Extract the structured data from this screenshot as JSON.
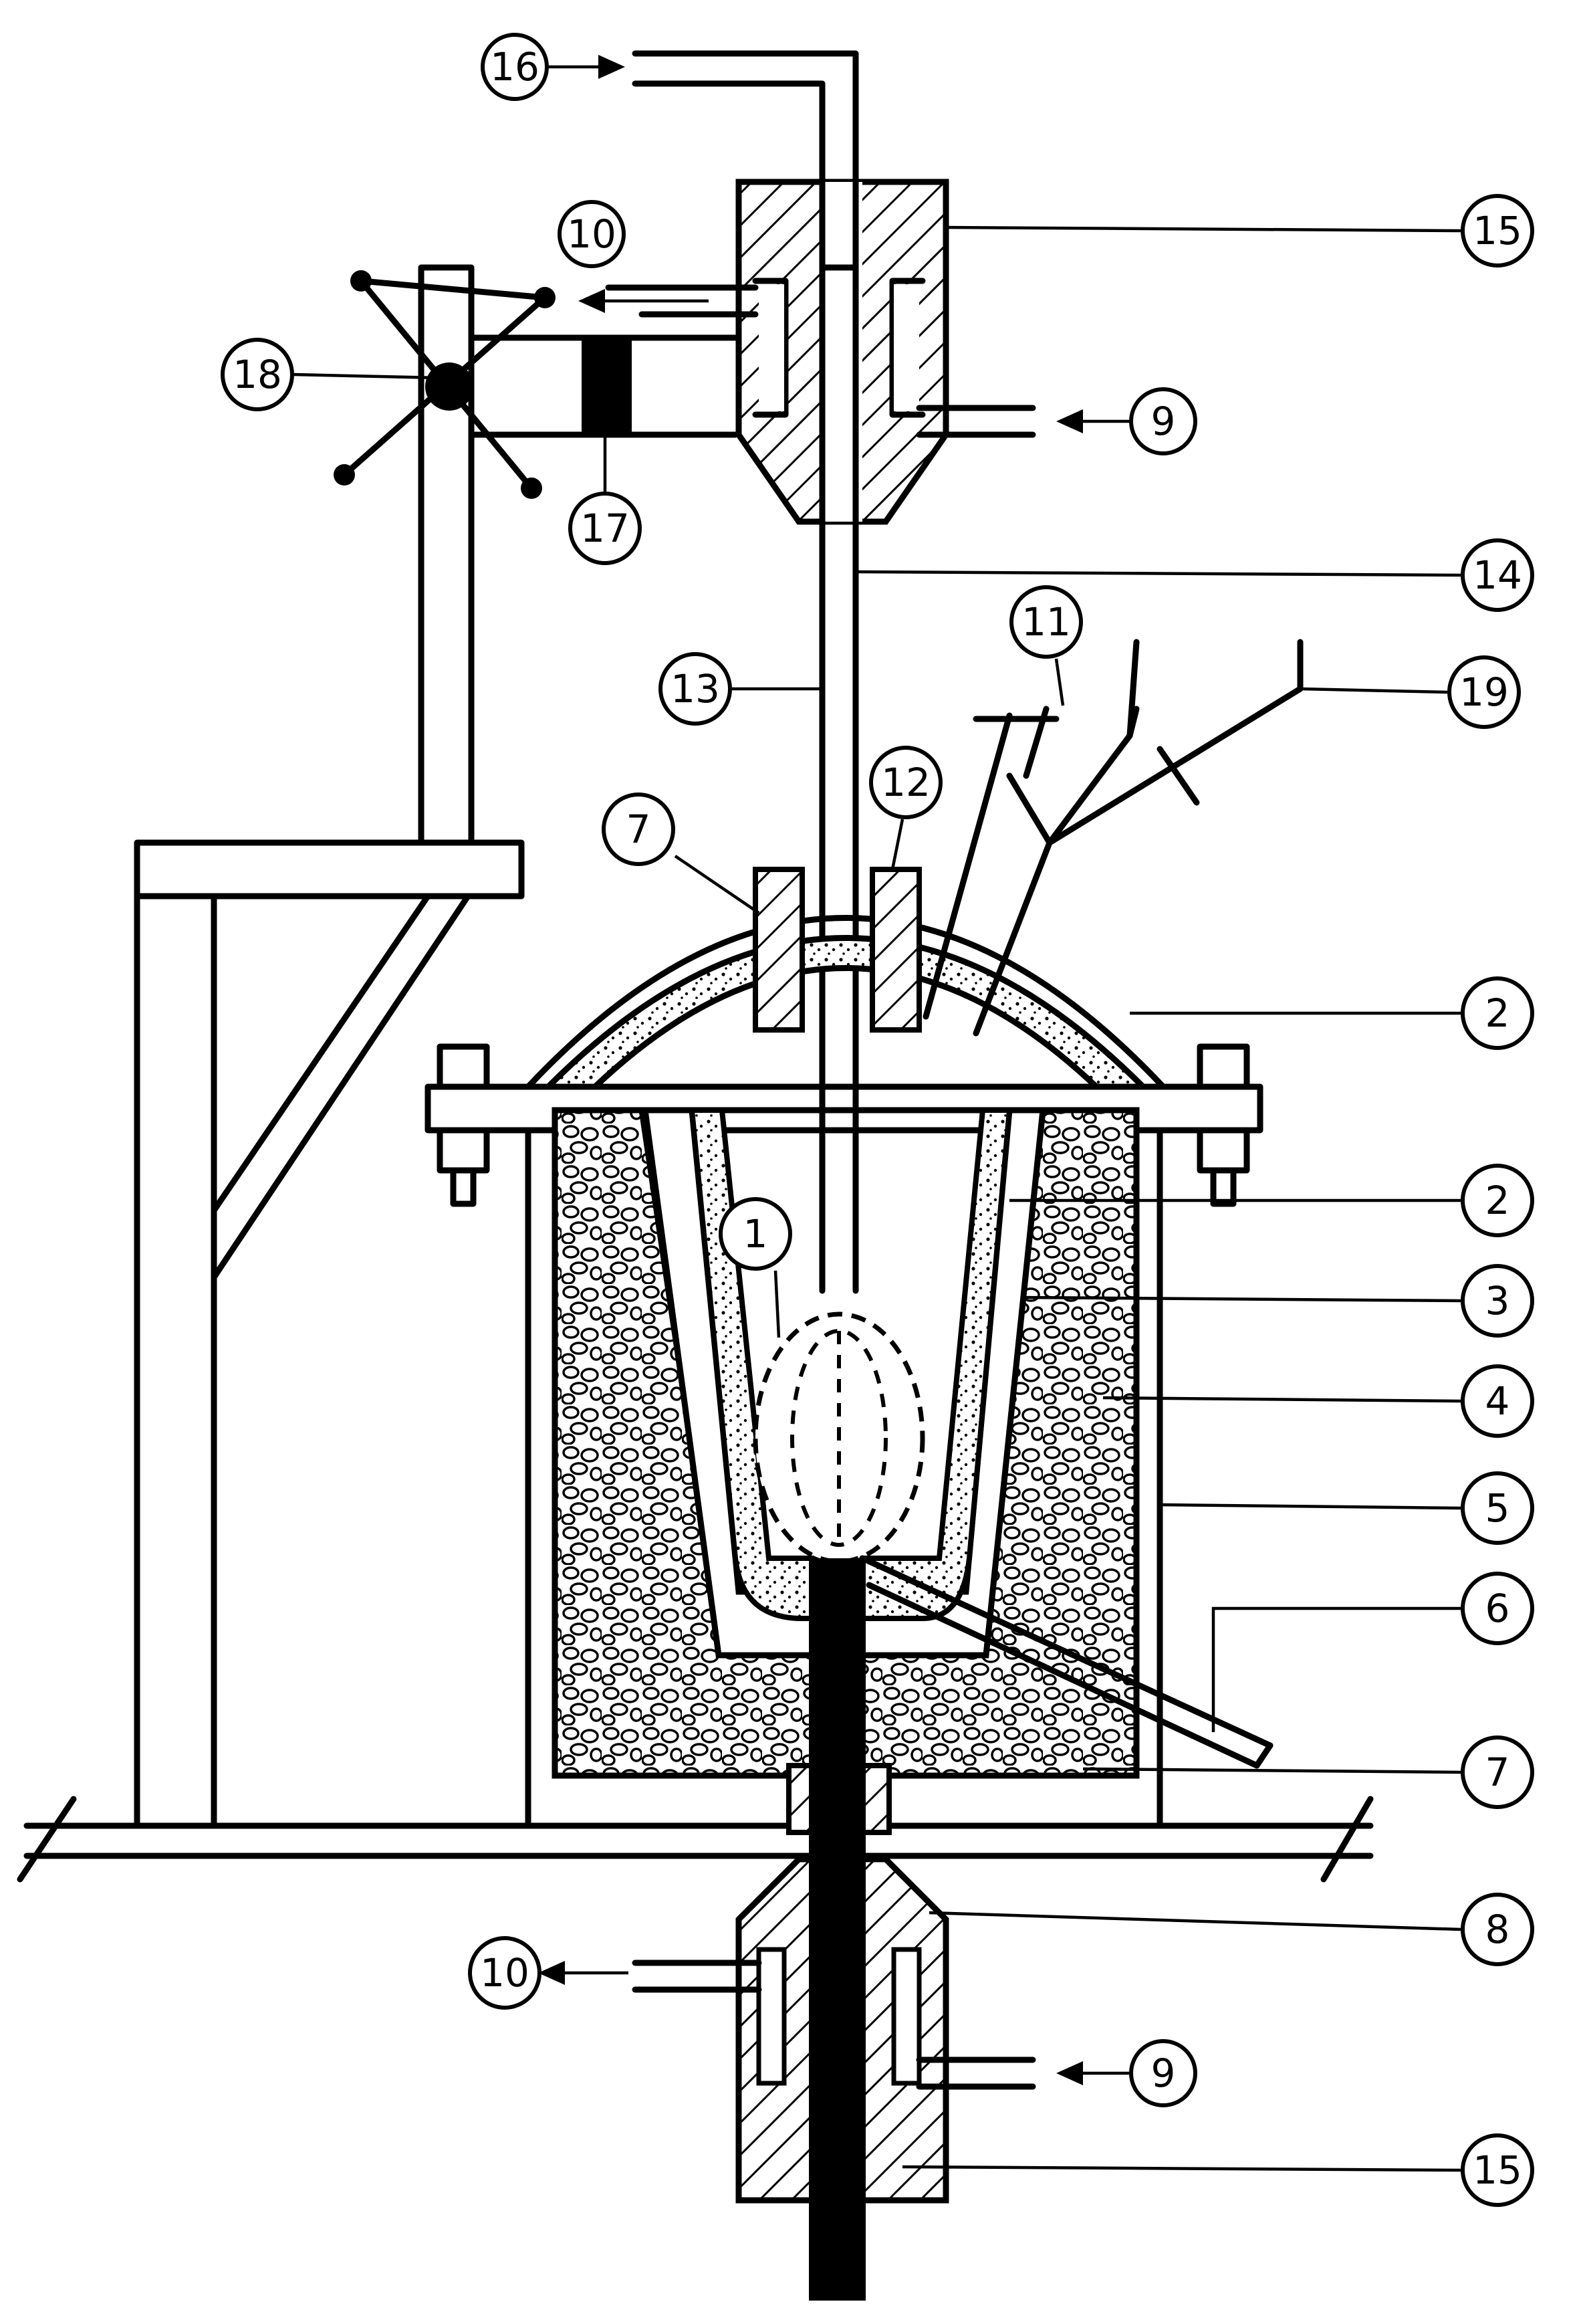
{
  "diagram": {
    "callouts": [
      {
        "id": "c16-top",
        "label": "16"
      },
      {
        "id": "c10-top",
        "label": "10"
      },
      {
        "id": "c15-top",
        "label": "15"
      },
      {
        "id": "c18",
        "label": "18"
      },
      {
        "id": "c9-top",
        "label": "9"
      },
      {
        "id": "c17",
        "label": "17"
      },
      {
        "id": "c14",
        "label": "14"
      },
      {
        "id": "c11",
        "label": "11"
      },
      {
        "id": "c13",
        "label": "13"
      },
      {
        "id": "c19",
        "label": "19"
      },
      {
        "id": "c12",
        "label": "12"
      },
      {
        "id": "c7-top",
        "label": "7"
      },
      {
        "id": "c2-dome",
        "label": "2"
      },
      {
        "id": "c2-lining",
        "label": "2"
      },
      {
        "id": "c1",
        "label": "1"
      },
      {
        "id": "c3",
        "label": "3"
      },
      {
        "id": "c4",
        "label": "4"
      },
      {
        "id": "c5",
        "label": "5"
      },
      {
        "id": "c6",
        "label": "6"
      },
      {
        "id": "c7-bottom",
        "label": "7"
      },
      {
        "id": "c8",
        "label": "8"
      },
      {
        "id": "c10-bottom",
        "label": "10"
      },
      {
        "id": "c9-bottom",
        "label": "9"
      },
      {
        "id": "c15-bottom",
        "label": "15"
      }
    ]
  }
}
